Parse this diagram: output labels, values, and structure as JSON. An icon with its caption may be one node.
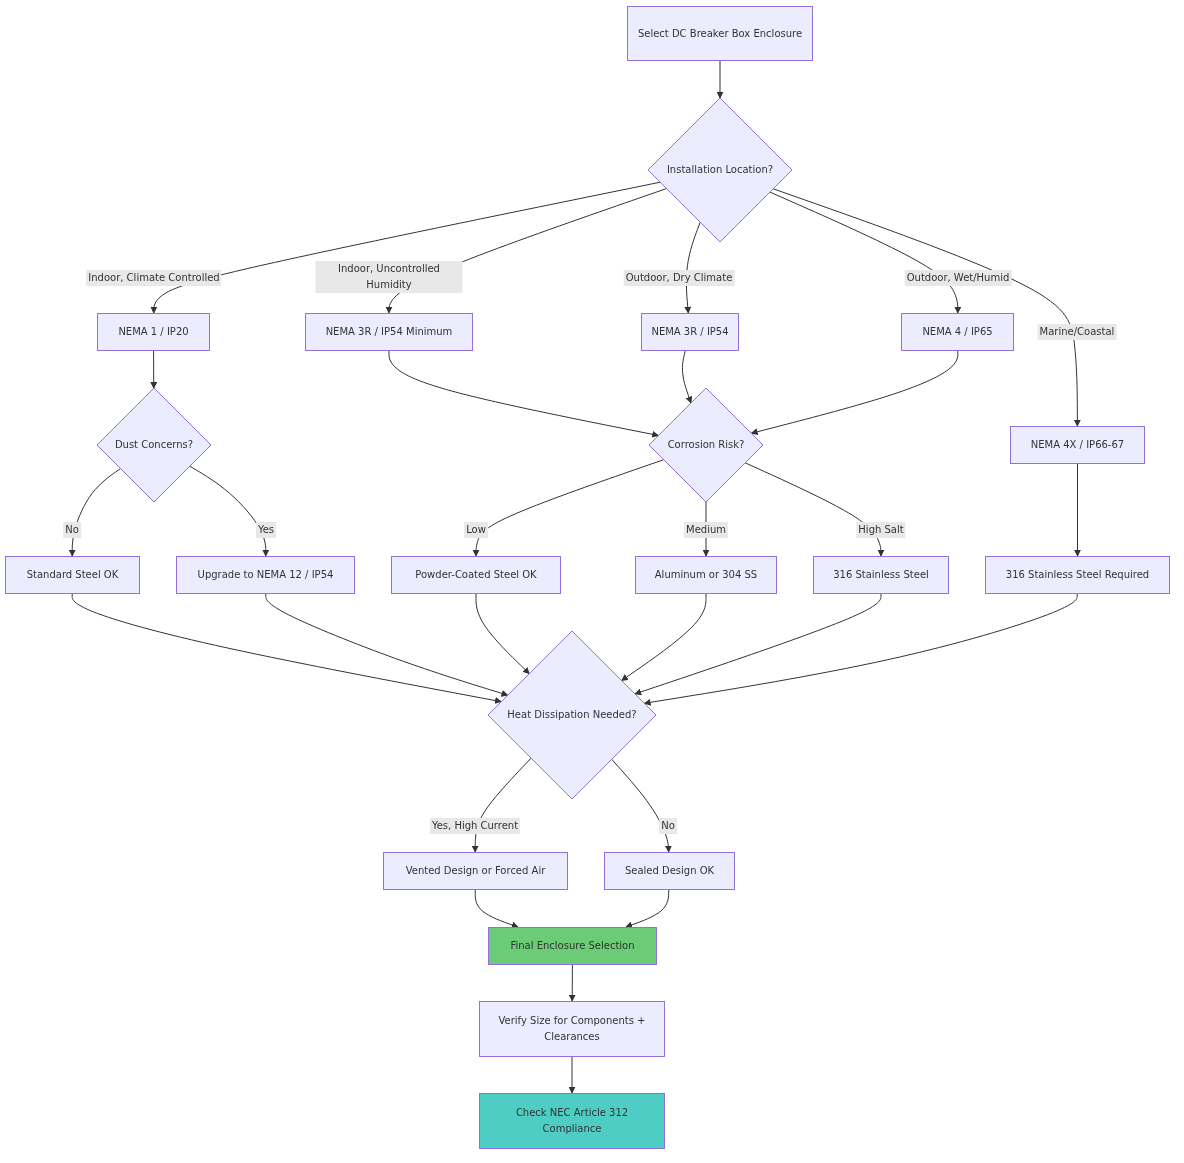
{
  "diagram": {
    "nodes": [
      {
        "text": [
          "Select DC Breaker Box Enclosure"
        ]
      },
      {
        "text": [
          "Installation Location?"
        ]
      },
      {
        "text": [
          "NEMA 1 / IP20"
        ]
      },
      {
        "text": [
          "NEMA 3R / IP54 Minimum"
        ]
      },
      {
        "text": [
          "NEMA 3R / IP54"
        ]
      },
      {
        "text": [
          "NEMA 4 / IP65"
        ]
      },
      {
        "text": [
          "NEMA 4X / IP66-67"
        ]
      },
      {
        "text": [
          "Dust Concerns?"
        ]
      },
      {
        "text": [
          "Corrosion Risk?"
        ]
      },
      {
        "text": [
          "Standard Steel OK"
        ]
      },
      {
        "text": [
          "Upgrade to NEMA 12 / IP54"
        ]
      },
      {
        "text": [
          "Powder-Coated Steel OK"
        ]
      },
      {
        "text": [
          "Aluminum or 304 SS"
        ]
      },
      {
        "text": [
          "316 Stainless Steel"
        ]
      },
      {
        "text": [
          "316 Stainless Steel Required"
        ]
      },
      {
        "text": [
          "Heat Dissipation Needed?"
        ]
      },
      {
        "text": [
          "Vented Design or Forced Air"
        ]
      },
      {
        "text": [
          "Sealed Design OK"
        ]
      },
      {
        "text": [
          "Final Enclosure Selection"
        ]
      },
      {
        "text": [
          "Verify Size for Components + Clearances"
        ]
      },
      {
        "text": [
          "Check NEC Article 312 Compliance"
        ]
      }
    ],
    "edges": [
      {
        "from": 0,
        "to": 1,
        "arrow": "to"
      },
      {
        "from": 1,
        "to": 2,
        "arrow": "to",
        "label": "Indoor, Climate Controlled"
      },
      {
        "from": 1,
        "to": 3,
        "arrow": "to",
        "label": "Indoor, Uncontrolled Humidity"
      },
      {
        "from": 1,
        "to": 4,
        "arrow": "to",
        "label": "Outdoor, Dry Climate"
      },
      {
        "from": 1,
        "to": 5,
        "arrow": "to",
        "label": "Outdoor, Wet/Humid"
      },
      {
        "from": 1,
        "to": 6,
        "arrow": "to",
        "label": "Marine/Coastal"
      },
      {
        "from": 2,
        "to": 7,
        "arrow": "to"
      },
      {
        "from": 3,
        "to": 8,
        "arrow": "to"
      },
      {
        "from": 4,
        "to": 8,
        "arrow": "to"
      },
      {
        "from": 5,
        "to": 8,
        "arrow": "to"
      },
      {
        "from": 7,
        "to": 9,
        "arrow": "to",
        "label": "No"
      },
      {
        "from": 7,
        "to": 10,
        "arrow": "to",
        "label": "Yes"
      },
      {
        "from": 8,
        "to": 11,
        "arrow": "to",
        "label": "Low"
      },
      {
        "from": 8,
        "to": 12,
        "arrow": "to",
        "label": "Medium"
      },
      {
        "from": 8,
        "to": 13,
        "arrow": "to",
        "label": "High Salt"
      },
      {
        "from": 6,
        "to": 14,
        "arrow": "to"
      },
      {
        "from": 9,
        "to": 15,
        "arrow": "to"
      },
      {
        "from": 10,
        "to": 15,
        "arrow": "to"
      },
      {
        "from": 11,
        "to": 15,
        "arrow": "to"
      },
      {
        "from": 12,
        "to": 15,
        "arrow": "to"
      },
      {
        "from": 13,
        "to": 15,
        "arrow": "to"
      },
      {
        "from": 14,
        "to": 15,
        "arrow": "to"
      },
      {
        "from": 15,
        "to": 16,
        "arrow": "to",
        "label": "Yes, High Current"
      },
      {
        "from": 15,
        "to": 17,
        "arrow": "to",
        "label": "No"
      },
      {
        "from": 16,
        "to": 18,
        "arrow": "to"
      },
      {
        "from": 17,
        "to": 18,
        "arrow": "to"
      },
      {
        "from": 18,
        "to": 19,
        "arrow": "to"
      },
      {
        "from": 19,
        "to": 20,
        "arrow": "to"
      }
    ]
  }
}
